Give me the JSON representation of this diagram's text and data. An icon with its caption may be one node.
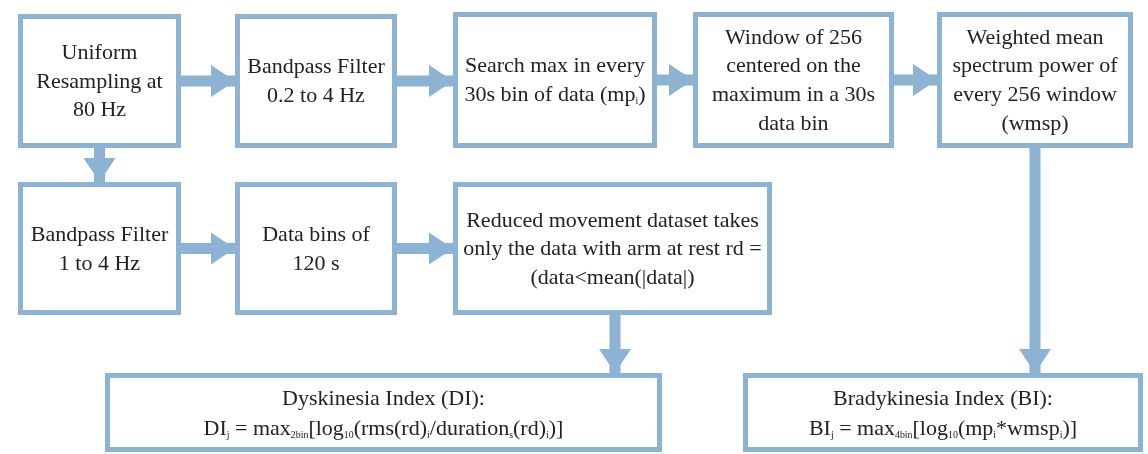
{
  "diagram": {
    "nodes": [
      {
        "text": [
          "Uniform Resampling at 80 Hz"
        ]
      },
      {
        "text": [
          "Bandpass Filter 0.2 to 4 Hz"
        ]
      },
      {
        "text": [
          "Search max in every 30s bin of data (mp$_{i}$)"
        ]
      },
      {
        "text": [
          "Window of 256 centered on the maximum in a 30s data bin"
        ]
      },
      {
        "text": [
          "Weighted mean spectrum power of every 256 window (wmsp)"
        ]
      },
      {
        "text": [
          "Bandpass Filter 1 to 4 Hz"
        ]
      },
      {
        "text": [
          "Data bins of 120 s"
        ]
      },
      {
        "text": [
          "Reduced movement dataset takes only the data with arm at rest rd = (data<mean(|data|)"
        ]
      },
      {
        "text": [
          "Dyskinesia Index (DI):",
          "DI$_{j}$ = max$_{2bin}$[log$_{10}$(rms(rd)$_{i}$/duration$_{s}$(rd)$_{i}$)]"
        ]
      },
      {
        "text": [
          "Bradykinesia Index (BI):",
          "BI$_{j}$ = max$_{4bin}$[log$_{10}$(mp$_{i}$*wmsp$_{i}$)]"
        ]
      }
    ],
    "edges": [
      {
        "from": 0,
        "to": 1,
        "arrow": "to"
      },
      {
        "from": 1,
        "to": 2,
        "arrow": "to"
      },
      {
        "from": 2,
        "to": 3,
        "arrow": "to"
      },
      {
        "from": 3,
        "to": 4,
        "arrow": "to"
      },
      {
        "from": 0,
        "to": 5,
        "arrow": "to"
      },
      {
        "from": 5,
        "to": 6,
        "arrow": "to"
      },
      {
        "from": 6,
        "to": 7,
        "arrow": "to"
      },
      {
        "from": 7,
        "to": 8,
        "arrow": "to"
      },
      {
        "from": 4,
        "to": 9,
        "arrow": "to"
      }
    ]
  }
}
